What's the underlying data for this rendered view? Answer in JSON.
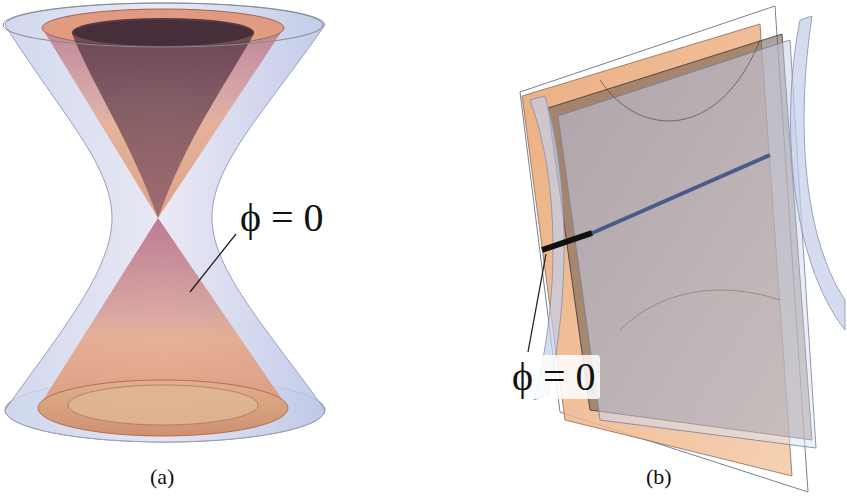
{
  "diagram": {
    "labels": [
      "ϕ = 0",
      "ϕ = 0",
      "(a)",
      "(b)"
    ]
  }
}
